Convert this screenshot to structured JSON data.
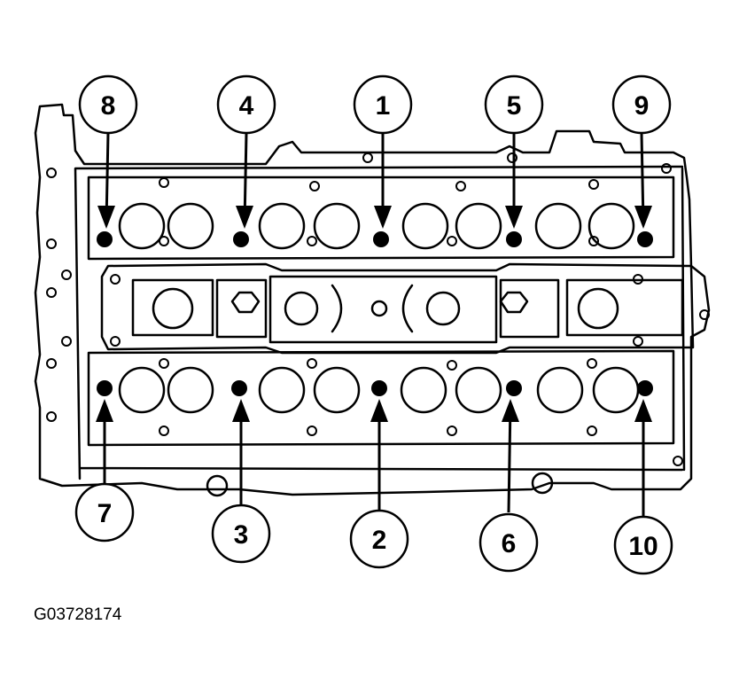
{
  "figure_code": "G03728174",
  "colors": {
    "ink": "#000000",
    "paper": "#ffffff"
  },
  "callouts": [
    {
      "label": "8",
      "row": "top"
    },
    {
      "label": "4",
      "row": "top"
    },
    {
      "label": "1",
      "row": "top"
    },
    {
      "label": "5",
      "row": "top"
    },
    {
      "label": "9",
      "row": "top"
    },
    {
      "label": "7",
      "row": "bottom"
    },
    {
      "label": "3",
      "row": "bottom"
    },
    {
      "label": "2",
      "row": "bottom"
    },
    {
      "label": "6",
      "row": "bottom"
    },
    {
      "label": "10",
      "row": "bottom"
    }
  ]
}
